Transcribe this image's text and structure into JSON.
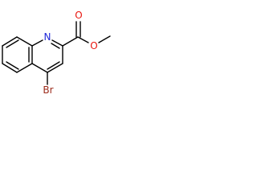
{
  "molecule": {
    "atoms": {
      "nitrogen": {
        "label": "N",
        "color": "#1f28d9"
      },
      "carbonyl_oxygen": {
        "label": "O",
        "color": "#e8160f"
      },
      "ester_oxygen": {
        "label": "O",
        "color": "#e8160f"
      },
      "bromine": {
        "label": "Br",
        "color": "#9c2a1a"
      }
    },
    "bond_color": "#000000"
  }
}
